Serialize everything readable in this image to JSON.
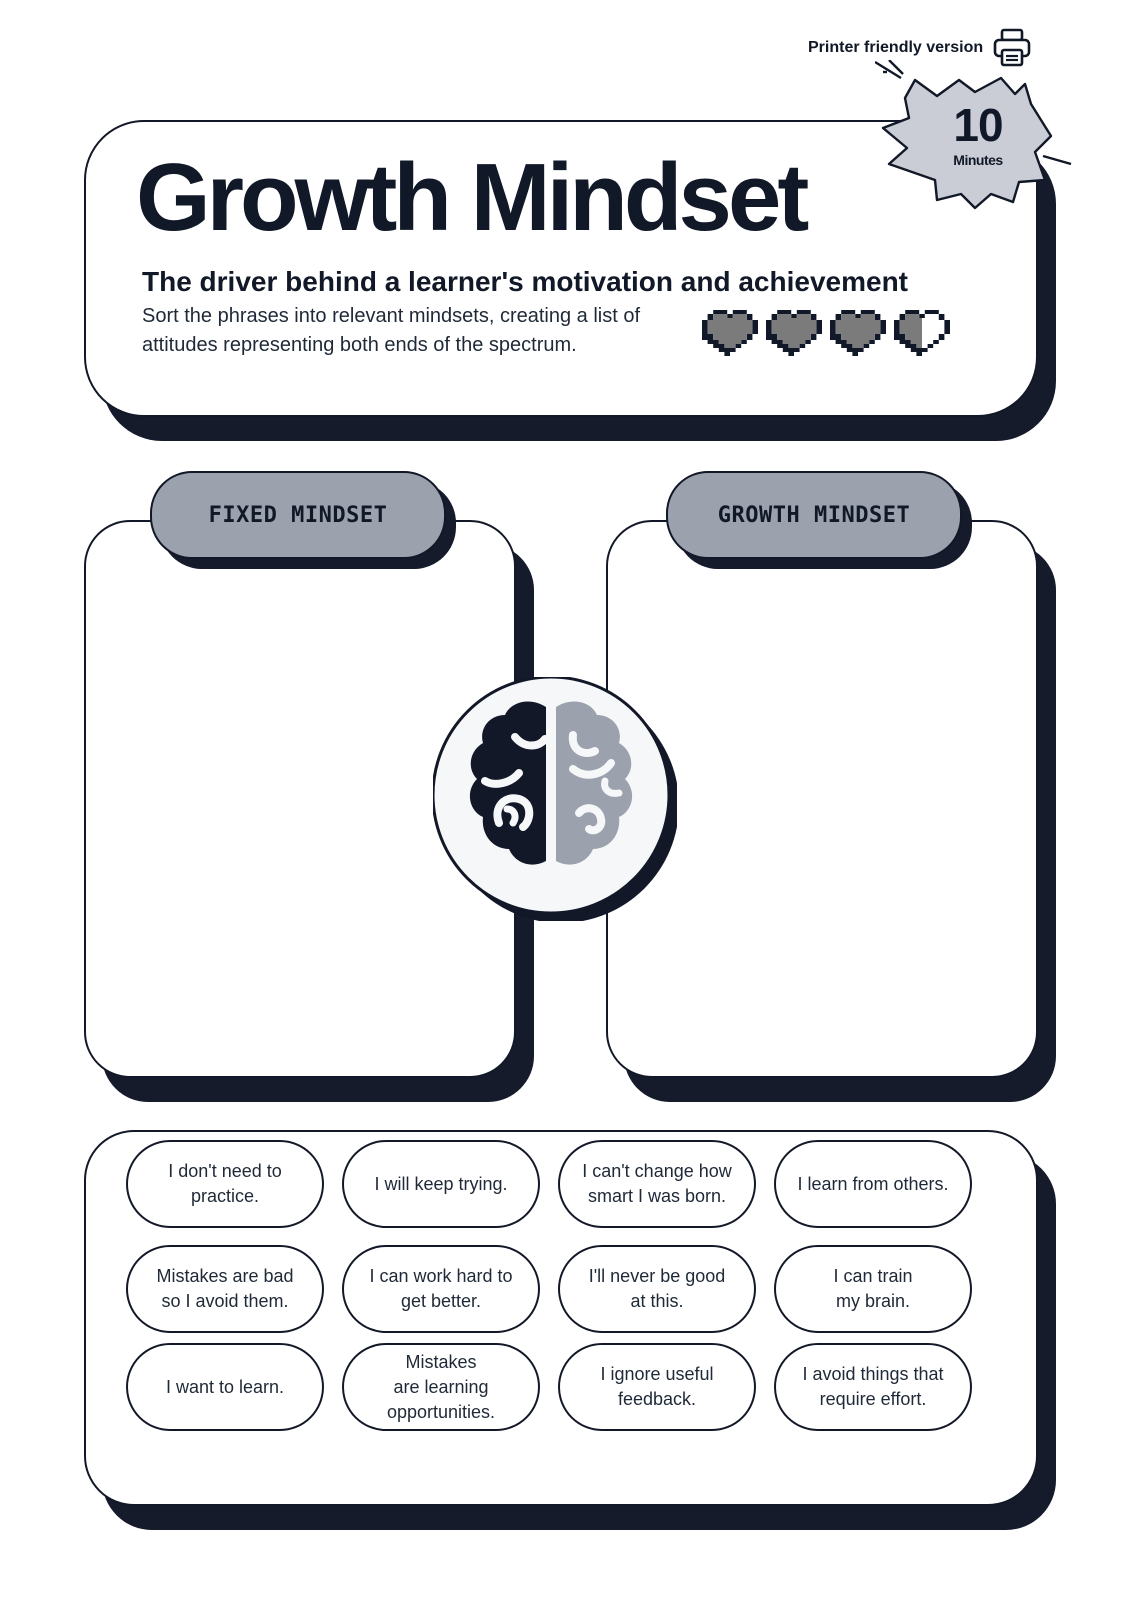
{
  "printer": {
    "label": "Printer friendly version",
    "icon": "printer-icon"
  },
  "header": {
    "title": "Growth Mindset",
    "subtitle": "The driver behind a learner's motivation and achievement",
    "instructions": "Sort the phrases into relevant mindsets, creating a list of attitudes representing both ends of the spectrum.",
    "difficulty": {
      "icon": "heart-icon",
      "rating": 3.5,
      "max": 4
    }
  },
  "timer": {
    "value": "10",
    "unit": "Minutes"
  },
  "columns": {
    "fixed": {
      "label": "FIXED MINDSET"
    },
    "growth": {
      "label": "GROWTH MINDSET"
    }
  },
  "center_icon": "brain-icon",
  "phrases": [
    "I don't need to\npractice.",
    "I will keep trying.",
    "I can't change how\nsmart I was born.",
    "I learn from others.",
    "Mistakes are bad\nso I avoid them.",
    "I can work hard to\nget better.",
    "I'll never be good\nat this.",
    "I can train\nmy brain.",
    "I want to learn.",
    "Mistakes\nare learning\nopportunities.",
    "I ignore useful\nfeedback.",
    "I avoid things that\nrequire effort."
  ],
  "colors": {
    "dark": "#121827",
    "shadow": "#151b2b",
    "grey": "#9ba1ad",
    "heart": "#7b7b7b",
    "timer_fill": "#cbcdd6"
  }
}
